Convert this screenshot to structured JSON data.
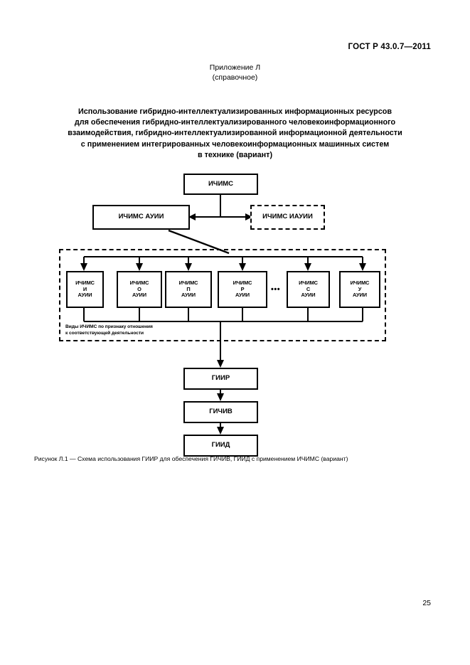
{
  "header": {
    "standard_code": "ГОСТ Р 43.0.7—2011"
  },
  "appendix": {
    "lines": [
      "Приложение Л",
      "(справочное)"
    ]
  },
  "title": {
    "lines": [
      "Использование гибридно-интеллектуализированных информационных ресурсов",
      "для обеспечения гибридно-интеллектуализированного человекоинформационного",
      "взаимодействия, гибридно-интеллектуализированной информационной деятельности",
      "с применением интегрированных человекоинформационных машинных систем",
      "в технике (вариант)"
    ]
  },
  "diagram": {
    "root": {
      "label": "ИЧИМС"
    },
    "level2": {
      "left": "ИЧИМС АУИИ",
      "right": "ИЧИМС ИАУИИ"
    },
    "types": [
      {
        "line1": "ИЧИМС",
        "line2": "И",
        "line3": "АУИИ"
      },
      {
        "line1": "ИЧИМС",
        "line2": "О",
        "line3": "АУИИ"
      },
      {
        "line1": "ИЧИМС",
        "line2": "П",
        "line3": "АУИИ"
      },
      {
        "line1": "ИЧИМС",
        "line2": "Р",
        "line3": "АУИИ"
      },
      {
        "line1": "ИЧИМС",
        "line2": "С",
        "line3": "АУИИ"
      },
      {
        "line1": "ИЧИМС",
        "line2": "У",
        "line3": "АУИИ"
      }
    ],
    "ellipsis": "•••",
    "group_caption": {
      "line1": "Виды ИЧИМС по признаку отношения",
      "line2": "к соответствующей деятельности"
    },
    "chain": [
      {
        "label": "ГИИР"
      },
      {
        "label": "ГИЧИВ"
      },
      {
        "label": "ГИИД"
      }
    ]
  },
  "figure_caption": {
    "text": "Рисунок Л.1 — Схема использования ГИИР для обеспечения ГИЧИВ, ГИИД с применением ИЧИМС (вариант)"
  },
  "footer": {
    "page_number": "25"
  }
}
